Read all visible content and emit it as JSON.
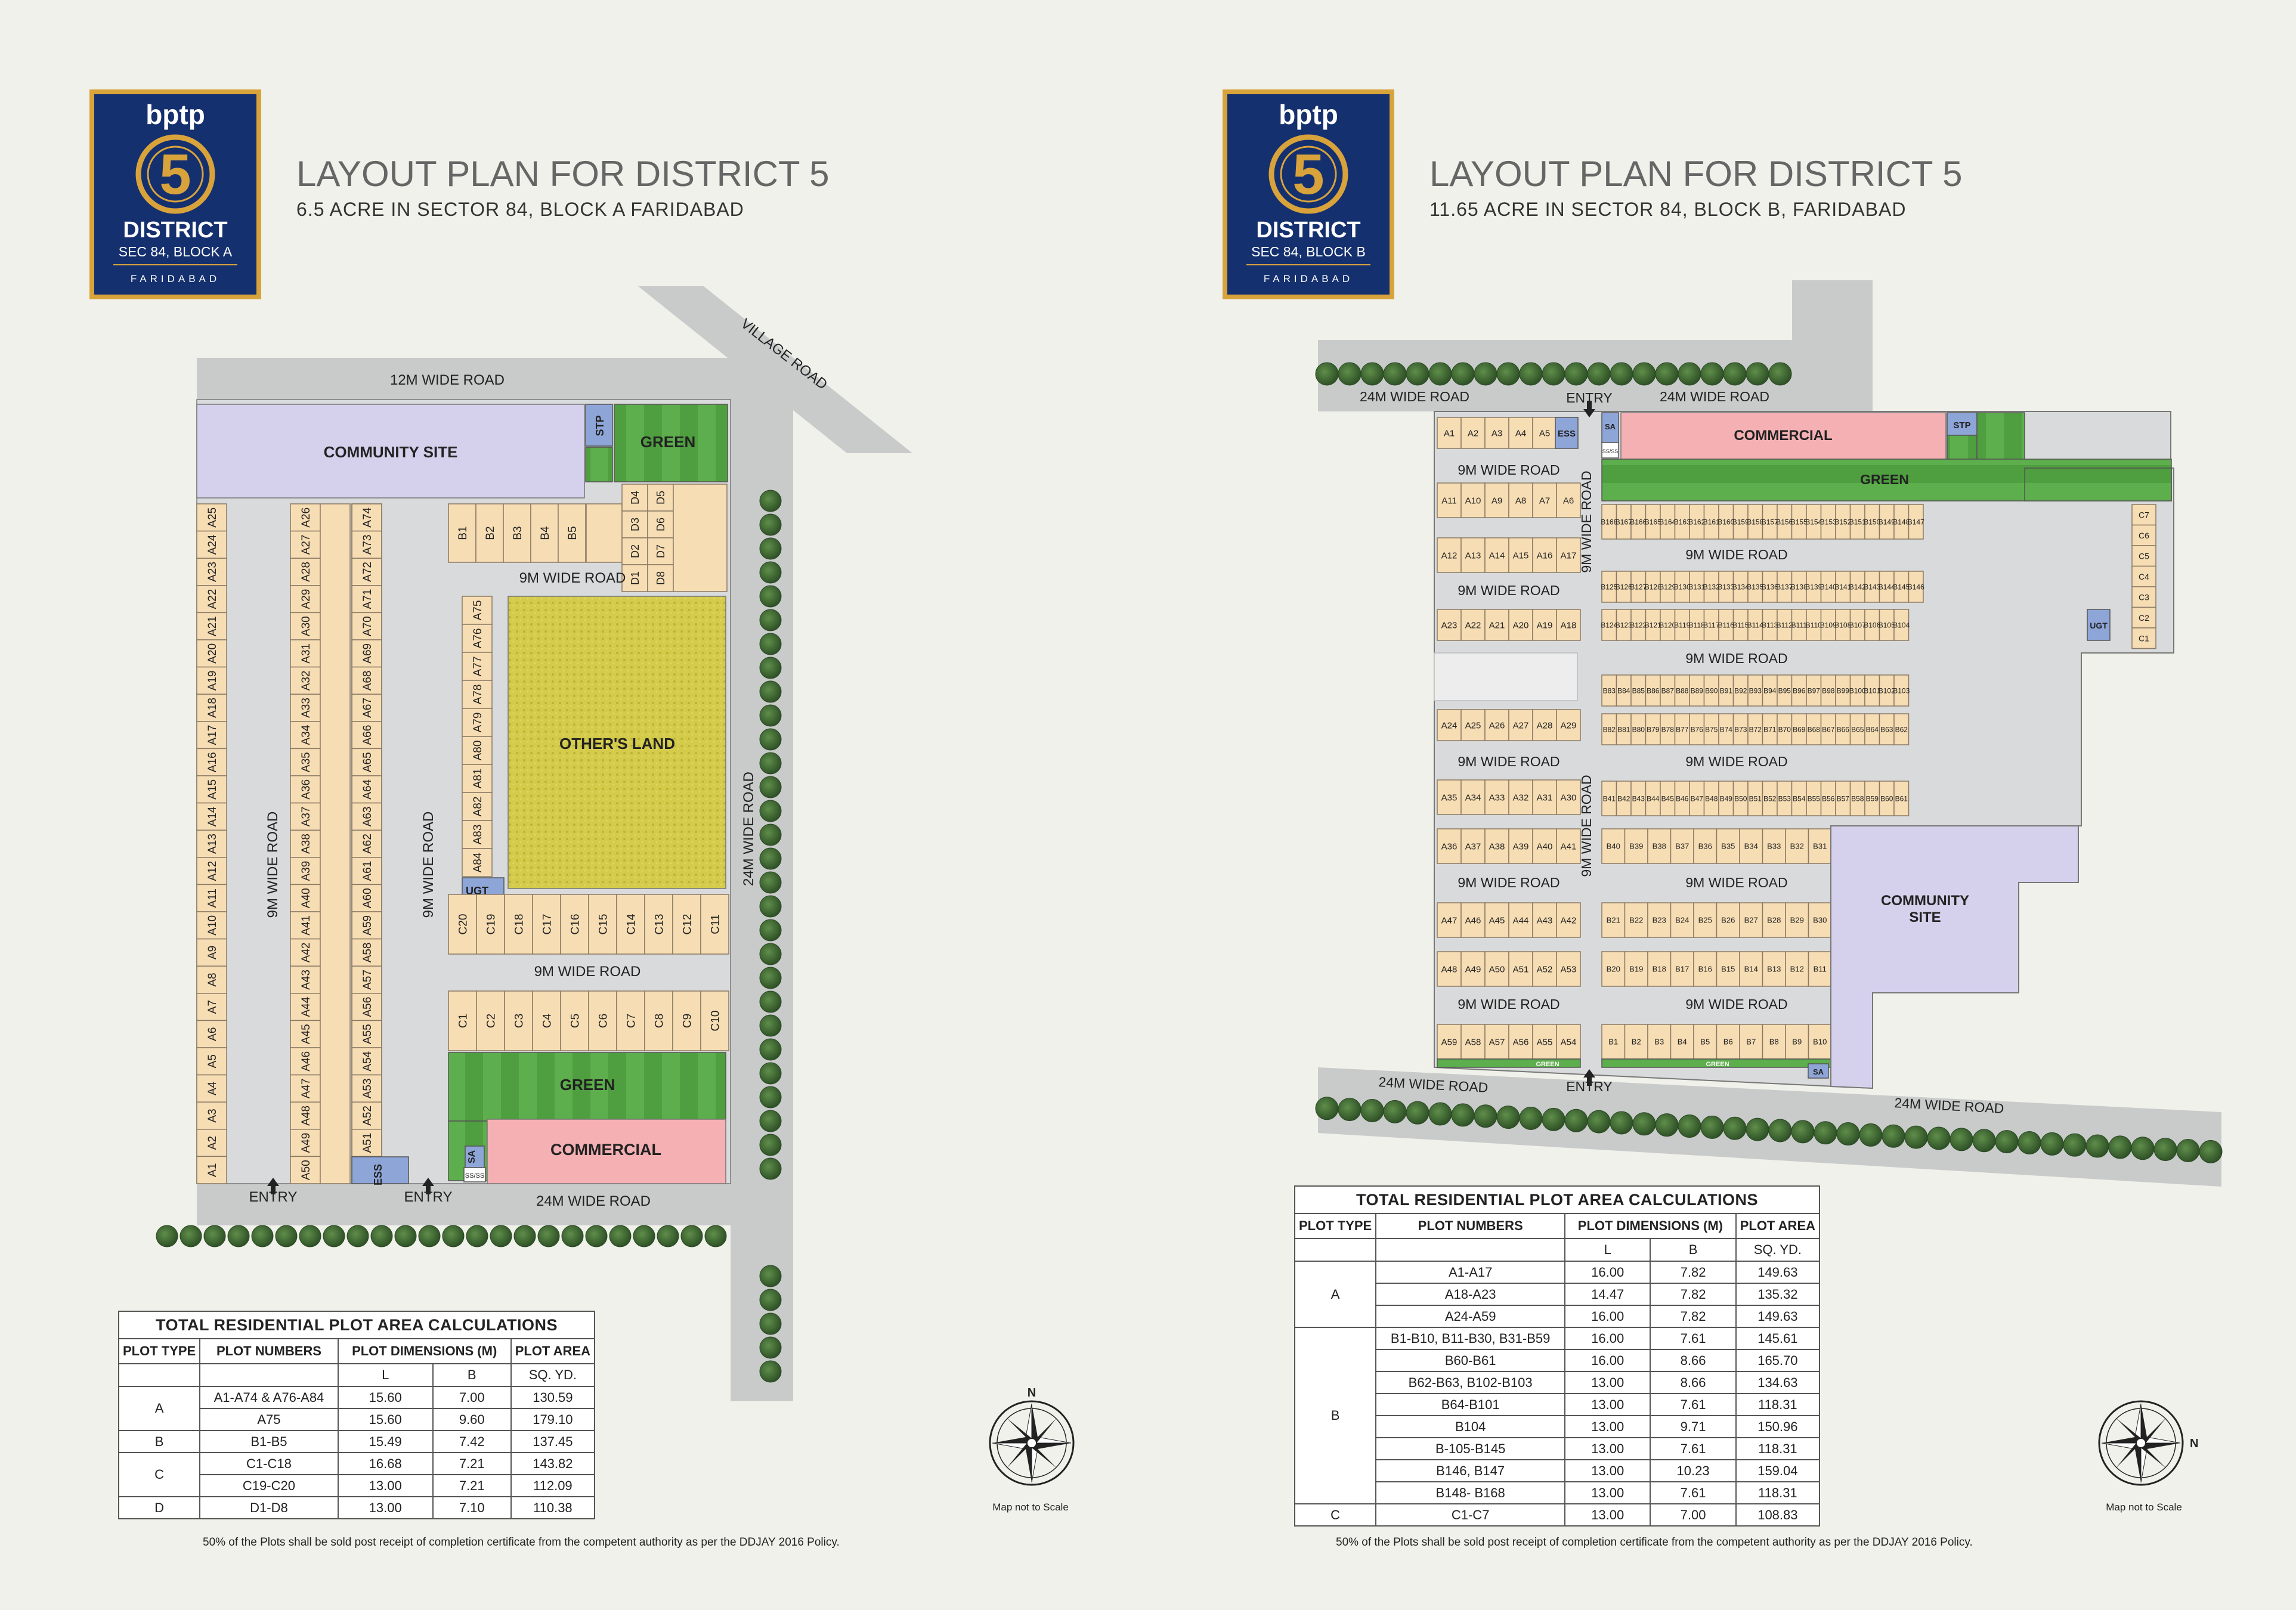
{
  "left": {
    "logo": {
      "brand": "bptp",
      "numeral": "5",
      "title": "DISTRICT",
      "sub": "SEC 84, BLOCK A",
      "city": "FARIDABAD"
    },
    "title": "LAYOUT PLAN FOR DISTRICT 5",
    "subtitle": "6.5 ACRE IN SECTOR 84, BLOCK A FARIDABAD",
    "labels": {
      "road_12m": "12M WIDE ROAD",
      "village_road": "VILLAGE ROAD",
      "community": "COMMUNITY SITE",
      "stp": "STP",
      "green": "GREEN",
      "road_9m": "9M WIDE ROAD",
      "others": "OTHER'S LAND",
      "road_24m": "24M WIDE ROAD",
      "ugt": "UGT",
      "commercial": "COMMERCIAL",
      "ess": "ESS",
      "sa": "SA",
      "ssmark": "SS/SS",
      "entry": "ENTRY"
    },
    "plots": {
      "col1": [
        "A25",
        "A24",
        "A23",
        "A22",
        "A21",
        "A20",
        "A19",
        "A18",
        "A17",
        "A16",
        "A15",
        "A14",
        "A13",
        "A12",
        "A11",
        "A10",
        "A9",
        "A8",
        "A7",
        "A6",
        "A5",
        "A4",
        "A3",
        "A2",
        "A1"
      ],
      "col2": [
        "A26",
        "A27",
        "A28",
        "A29",
        "A30",
        "A31",
        "A32",
        "A33",
        "A34",
        "A35",
        "A36",
        "A37",
        "A38",
        "A39",
        "A40",
        "A41",
        "A42",
        "A43",
        "A44",
        "A45",
        "A46",
        "A47",
        "A48",
        "A49",
        "A50"
      ],
      "col3": [
        "A74",
        "A73",
        "A72",
        "A71",
        "A70",
        "A69",
        "A68",
        "A67",
        "A66",
        "A65",
        "A64",
        "A63",
        "A62",
        "A61",
        "A60",
        "A59",
        "A58",
        "A57",
        "A56",
        "A55",
        "A54",
        "A53",
        "A52",
        "A51"
      ],
      "col4": [
        "A75",
        "A76",
        "A77",
        "A78",
        "A79",
        "A80",
        "A81",
        "A82",
        "A83",
        "A84"
      ],
      "b": [
        "B1",
        "B2",
        "B3",
        "B4",
        "B5"
      ],
      "d1": [
        "D4",
        "D3",
        "D2",
        "D1"
      ],
      "d2": [
        "D5",
        "D6",
        "D7",
        "D8"
      ],
      "c_top": [
        "C20",
        "C19",
        "C18",
        "C17",
        "C16",
        "C15",
        "C14",
        "C13",
        "C12",
        "C11"
      ],
      "c_bot": [
        "C1",
        "C2",
        "C3",
        "C4",
        "C5",
        "C6",
        "C7",
        "C8",
        "C9",
        "C10"
      ]
    },
    "table": {
      "caption": "TOTAL RESIDENTIAL PLOT AREA CALCULATIONS",
      "headers": [
        "PLOT TYPE",
        "PLOT NUMBERS",
        "PLOT DIMENSIONS (M)",
        "PLOT AREA"
      ],
      "subheaders": [
        "L",
        "B",
        "SQ. YD."
      ],
      "groups": [
        {
          "type": "A",
          "rows": [
            [
              "A1-A74 & A76-A84",
              "15.60",
              "7.00",
              "130.59"
            ],
            [
              "A75",
              "15.60",
              "9.60",
              "179.10"
            ]
          ]
        },
        {
          "type": "B",
          "rows": [
            [
              "B1-B5",
              "15.49",
              "7.42",
              "137.45"
            ]
          ]
        },
        {
          "type": "C",
          "rows": [
            [
              "C1-C18",
              "16.68",
              "7.21",
              "143.82"
            ],
            [
              "C19-C20",
              "13.00",
              "7.21",
              "112.09"
            ]
          ]
        },
        {
          "type": "D",
          "rows": [
            [
              "D1-D8",
              "13.00",
              "7.10",
              "110.38"
            ]
          ]
        }
      ]
    },
    "north": "N",
    "scale_note": "Map not to Scale",
    "footnote": "50% of the Plots shall be sold post receipt of completion certificate from the competent authority as per the DDJAY 2016 Policy."
  },
  "right": {
    "logo": {
      "brand": "bptp",
      "numeral": "5",
      "title": "DISTRICT",
      "sub": "SEC 84, BLOCK B",
      "city": "FARIDABAD"
    },
    "title": "LAYOUT PLAN FOR DISTRICT 5",
    "subtitle": "11.65 ACRE IN SECTOR 84, BLOCK B, FARIDABAD",
    "labels": {
      "road_24m": "24M WIDE ROAD",
      "entry": "ENTRY",
      "commercial": "COMMERCIAL",
      "stp": "STP",
      "green": "GREEN",
      "road_9m": "9M WIDE ROAD",
      "ess": "ESS",
      "sa": "SA",
      "ssmark": "SS/SS",
      "ugt": "UGT",
      "community_1": "COMMUNITY",
      "community_2": "SITE"
    },
    "plots": {
      "a_r1": [
        "A1",
        "A2",
        "A3",
        "A4",
        "A5"
      ],
      "a_r2": [
        "A11",
        "A10",
        "A9",
        "A8",
        "A7",
        "A6"
      ],
      "a_r3": [
        "A12",
        "A13",
        "A14",
        "A15",
        "A16",
        "A17"
      ],
      "a_r4": [
        "A23",
        "A22",
        "A21",
        "A20",
        "A19",
        "A18"
      ],
      "a_r5": [
        "A24",
        "A25",
        "A26",
        "A27",
        "A28",
        "A29"
      ],
      "a_r6": [
        "A35",
        "A34",
        "A33",
        "A32",
        "A31",
        "A30"
      ],
      "a_r7": [
        "A36",
        "A37",
        "A38",
        "A39",
        "A40",
        "A41"
      ],
      "a_r8": [
        "A47",
        "A46",
        "A45",
        "A44",
        "A43",
        "A42"
      ],
      "a_r9": [
        "A48",
        "A49",
        "A50",
        "A51",
        "A52",
        "A53"
      ],
      "a_r10": [
        "A59",
        "A58",
        "A57",
        "A56",
        "A55",
        "A54"
      ],
      "b_r1": [
        "B168",
        "B167",
        "B166",
        "B165",
        "B164",
        "B163",
        "B162",
        "B161",
        "B160",
        "B159",
        "B158",
        "B157",
        "B156",
        "B155",
        "B154",
        "B153",
        "B152",
        "B151",
        "B150",
        "B149",
        "B148",
        "B147"
      ],
      "b_r2": [
        "B125",
        "B126",
        "B127",
        "B128",
        "B129",
        "B130",
        "B131",
        "B132",
        "B133",
        "B134",
        "B135",
        "B136",
        "B137",
        "B138",
        "B139",
        "B140",
        "B141",
        "B142",
        "B143",
        "B144",
        "B145",
        "B146"
      ],
      "b_r3": [
        "B124",
        "B123",
        "B122",
        "B121",
        "B120",
        "B119",
        "B118",
        "B117",
        "B116",
        "B115",
        "B114",
        "B113",
        "B112",
        "B111",
        "B110",
        "B109",
        "B108",
        "B107",
        "B106",
        "B105",
        "B104"
      ],
      "b_r4": [
        "B83",
        "B84",
        "B85",
        "B86",
        "B87",
        "B88",
        "B89",
        "B90",
        "B91",
        "B92",
        "B93",
        "B94",
        "B95",
        "B96",
        "B97",
        "B98",
        "B99",
        "B100",
        "B101",
        "B102",
        "B103"
      ],
      "b_r5": [
        "B82",
        "B81",
        "B80",
        "B79",
        "B78",
        "B77",
        "B76",
        "B75",
        "B74",
        "B73",
        "B72",
        "B71",
        "B70",
        "B69",
        "B68",
        "B67",
        "B66",
        "B65",
        "B64",
        "B63",
        "B62"
      ],
      "b_r6": [
        "B41",
        "B42",
        "B43",
        "B44",
        "B45",
        "B46",
        "B47",
        "B48",
        "B49",
        "B50",
        "B51",
        "B52",
        "B53",
        "B54",
        "B55",
        "B56",
        "B57",
        "B58",
        "B59",
        "B60",
        "B61"
      ],
      "b_r7": [
        "B40",
        "B39",
        "B38",
        "B37",
        "B36",
        "B35",
        "B34",
        "B33",
        "B32",
        "B31"
      ],
      "b_r8": [
        "B21",
        "B22",
        "B23",
        "B24",
        "B25",
        "B26",
        "B27",
        "B28",
        "B29",
        "B30"
      ],
      "b_r9": [
        "B20",
        "B19",
        "B18",
        "B17",
        "B16",
        "B15",
        "B14",
        "B13",
        "B12",
        "B11"
      ],
      "b_r10": [
        "B1",
        "B2",
        "B3",
        "B4",
        "B5",
        "B6",
        "B7",
        "B8",
        "B9",
        "B10"
      ],
      "c": [
        "C7",
        "C6",
        "C5",
        "C4",
        "C3",
        "C2",
        "C1"
      ]
    },
    "table": {
      "caption": "TOTAL RESIDENTIAL PLOT AREA CALCULATIONS",
      "headers": [
        "PLOT TYPE",
        "PLOT NUMBERS",
        "PLOT DIMENSIONS (M)",
        "PLOT AREA"
      ],
      "subheaders": [
        "L",
        "B",
        "SQ. YD."
      ],
      "groups": [
        {
          "type": "A",
          "rows": [
            [
              "A1-A17",
              "16.00",
              "7.82",
              "149.63"
            ],
            [
              "A18-A23",
              "14.47",
              "7.82",
              "135.32"
            ],
            [
              "A24-A59",
              "16.00",
              "7.82",
              "149.63"
            ]
          ]
        },
        {
          "type": "B",
          "rows": [
            [
              "B1-B10, B11-B30, B31-B59",
              "16.00",
              "7.61",
              "145.61"
            ],
            [
              "B60-B61",
              "16.00",
              "8.66",
              "165.70"
            ],
            [
              "B62-B63, B102-B103",
              "13.00",
              "8.66",
              "134.63"
            ],
            [
              "B64-B101",
              "13.00",
              "7.61",
              "118.31"
            ],
            [
              "B104",
              "13.00",
              "9.71",
              "150.96"
            ],
            [
              "B-105-B145",
              "13.00",
              "7.61",
              "118.31"
            ],
            [
              "B146, B147",
              "13.00",
              "10.23",
              "159.04"
            ],
            [
              "B148- B168",
              "13.00",
              "7.61",
              "118.31"
            ]
          ]
        },
        {
          "type": "C",
          "rows": [
            [
              "C1-C7",
              "13.00",
              "7.00",
              "108.83"
            ]
          ]
        }
      ]
    },
    "north": "N",
    "scale_note": "Map not to Scale",
    "footnote": "50% of the Plots shall be sold post receipt of completion certificate from the competent authority as per the DDJAY 2016 Policy."
  },
  "colors": {
    "plot": "#f6ddb4",
    "road": "#c9cbcb",
    "green": "#5bab4a",
    "commercial": "#f4b0b3",
    "community": "#d5d0ec",
    "utility": "#8ea5d8",
    "others": "#d5cd4c",
    "logo_bg": "#15306e",
    "logo_gold": "#d9a33c"
  },
  "icons": {
    "compass": "compass-rose-icon",
    "entry": "entry-arrow-icon",
    "tree": "tree-icon"
  }
}
